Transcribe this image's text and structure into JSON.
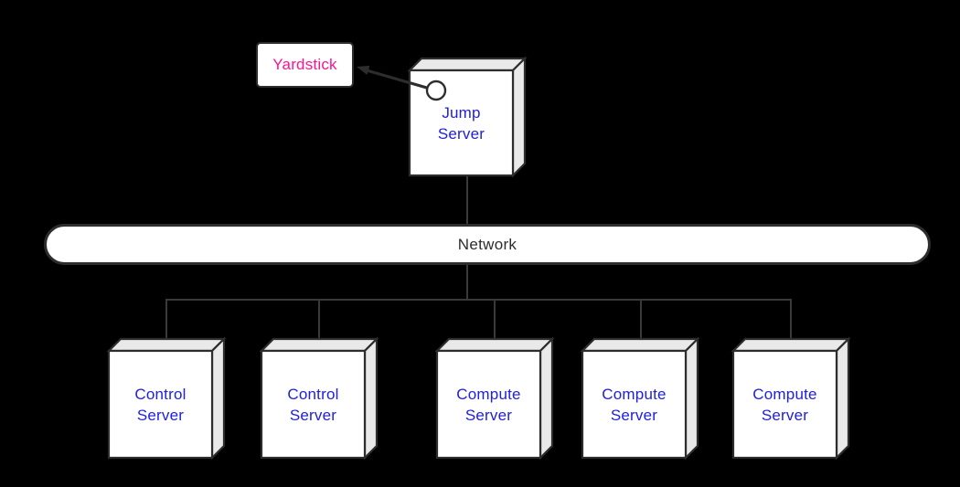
{
  "diagram": {
    "yardstick": {
      "label": "Yardstick"
    },
    "jump_server": {
      "label": "Jump Server"
    },
    "network": {
      "label": "Network"
    },
    "servers": [
      {
        "label": "Control Server"
      },
      {
        "label": "Control Server"
      },
      {
        "label": "Compute Server"
      },
      {
        "label": "Compute Server"
      },
      {
        "label": "Compute Server"
      }
    ],
    "colors": {
      "background": "#000000",
      "node_fill": "#ffffff",
      "node_side_fill": "#e9e9e9",
      "node_border": "#2d2d2d",
      "connector": "#3a3a3a",
      "server_label_blue": "#2020e0",
      "yardstick_label_pink": "#ff1493",
      "network_label": "#2d2d2d"
    }
  }
}
